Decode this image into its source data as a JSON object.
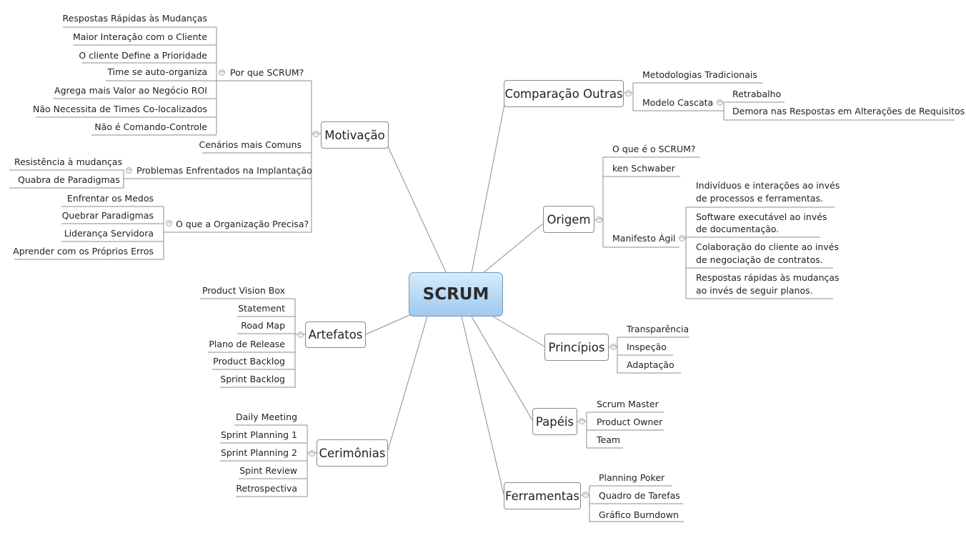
{
  "root": "SCRUM",
  "branches": {
    "motivacao": {
      "title": "Motivação",
      "por_que": {
        "label": "Por que SCRUM?",
        "items": [
          "Respostas Rápidas às Mudanças",
          "Maior Interação com o Cliente",
          "O cliente Define a Prioridade",
          "Time se auto-organiza",
          "Agrega mais Valor ao Negócio ROI",
          "Não Necessita de Times Co-localizados",
          "Não é Comando-Controle"
        ]
      },
      "cenarios": "Cenários mais Comuns",
      "problemas": {
        "label": "Problemas Enfrentados na Implantação",
        "items": [
          "Resistência à mudanças",
          "Quabra de Paradigmas"
        ]
      },
      "organizacao": {
        "label": "O que a Organização Precisa?",
        "items": [
          "Enfrentar os Medos",
          "Quebrar Paradigmas",
          "Liderança Servidora",
          "Aprender com os Próprios Erros"
        ]
      }
    },
    "artefatos": {
      "title": "Artefatos",
      "items": [
        "Product Vision Box",
        "Statement",
        "Road Map",
        "Plano de Release",
        "Product Backlog",
        "Sprint Backlog"
      ]
    },
    "cerimonias": {
      "title": "Cerimônias",
      "items": [
        "Daily Meeting",
        "Sprint Planning 1",
        "Sprint Planning 2",
        "Spint Review",
        "Retrospectiva"
      ]
    },
    "comparacao": {
      "title": "Comparação Outras",
      "metodologias": "Metodologias Tradicionais",
      "cascata": {
        "label": "Modelo Cascata",
        "items": [
          "Retrabalho",
          "Demora nas Respostas em Alterações de Requisitos"
        ]
      }
    },
    "origem": {
      "title": "Origem",
      "o_que": "O que é o SCRUM?",
      "ken": "ken Schwaber",
      "manifesto": {
        "label": "Manifesto Ágil",
        "items": [
          [
            "Indivíduos e interações ao invés",
            "de processos e ferramentas."
          ],
          [
            "Software executável ao invés",
            "de documentação."
          ],
          [
            "Colaboração do cliente ao invés",
            "de negociação de contratos."
          ],
          [
            "Respostas rápidas às mudanças",
            "ao invés de seguir planos."
          ]
        ]
      }
    },
    "principios": {
      "title": "Princípios",
      "items": [
        "Transparência",
        "Inspeção",
        "Adaptação"
      ]
    },
    "papeis": {
      "title": "Papéis",
      "items": [
        "Scrum Master",
        "Product Owner",
        "Team"
      ]
    },
    "ferramentas": {
      "title": "Ferramentas",
      "items": [
        "Planning Poker",
        "Quadro de Tarefas",
        "Gráfico Burndown"
      ]
    }
  },
  "colors": {
    "line": "#8c8c8c",
    "root_top": "#d5ebfb",
    "root_bottom": "#9fcaf0",
    "root_border": "#6f99bd"
  }
}
